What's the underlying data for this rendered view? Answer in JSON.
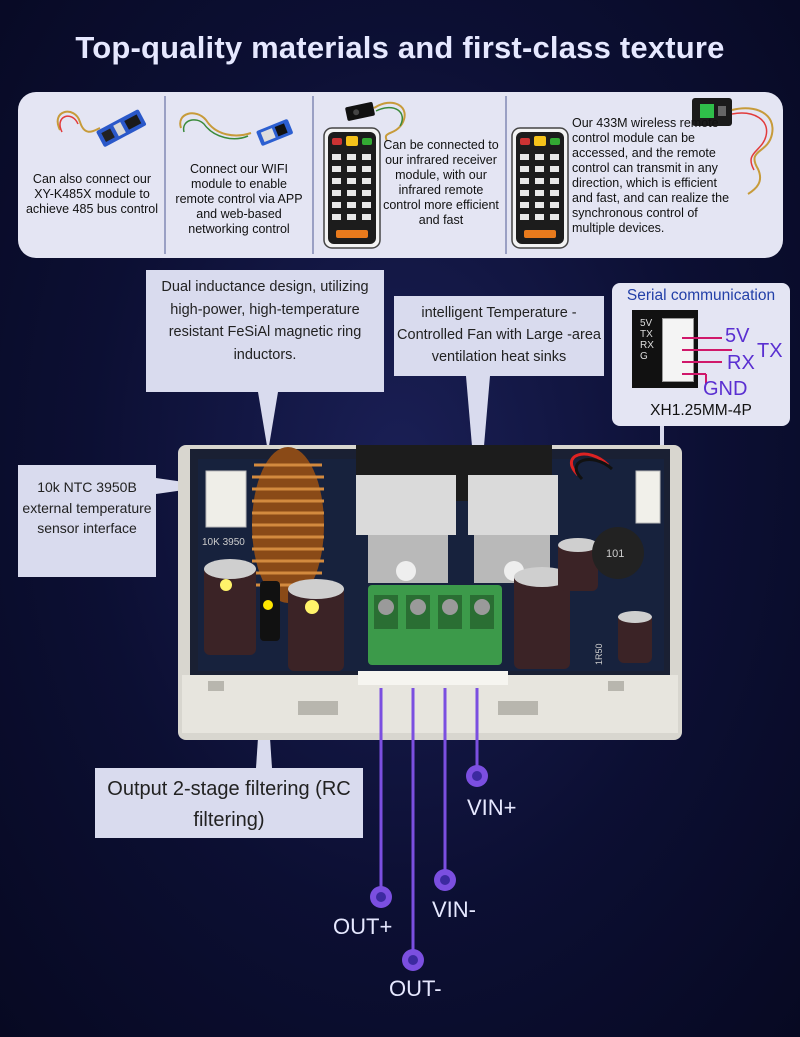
{
  "title": "Top-quality materials and first-class texture",
  "modules": [
    {
      "text": "Can also connect our XY-K485X module to achieve 485 bus control"
    },
    {
      "text": "Connect our WIFI module to enable remote control via APP and web-based networking control"
    },
    {
      "text": "Can be connected to our infrared receiver module, with our infrared remote control more efficient and fast"
    },
    {
      "text": "Our 433M wireless remote control module can be accessed, and the remote control can transmit in any direction, which is efficient and fast, and can realize the synchronous control of multiple devices."
    }
  ],
  "callouts": {
    "inductor": "Dual inductance design, utilizing high-power, high-temperature resistant FeSiAl magnetic ring inductors.",
    "fan": "intelligent Temperature -Controlled Fan with Large -area ventilation heat sinks",
    "ntc": "10k NTC 3950B external temperature sensor interface",
    "filter": "Output 2-stage filtering (RC filtering)"
  },
  "serial": {
    "title": "Serial communication",
    "pins": [
      "5V",
      "TX",
      "RX",
      "G"
    ],
    "label_5v": "5V",
    "label_tx": "TX",
    "label_rx": "RX",
    "label_gnd": "GND",
    "connector": "XH1.25MM-4P"
  },
  "board": {
    "ntc_label": "10K 3950",
    "inductor_code": "101",
    "resistor_code": "1R50"
  },
  "terminals": {
    "vin_plus": "VIN+",
    "vin_minus": "VIN-",
    "out_plus": "OUT+",
    "out_minus": "OUT-"
  },
  "colors": {
    "accent": "#7b4fe0",
    "callout_bg": "#d9dbee",
    "background": "#0c0f33"
  }
}
